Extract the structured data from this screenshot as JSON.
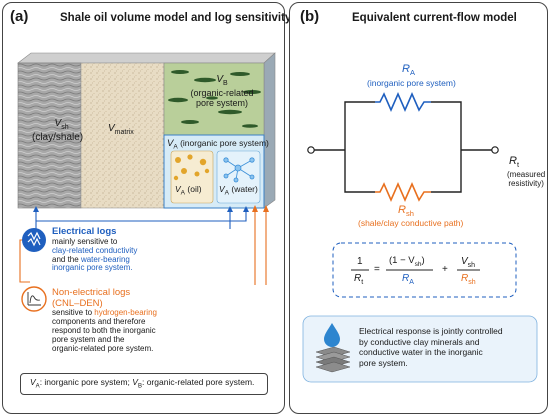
{
  "panel_a": {
    "label": "(a)",
    "title": "Shale oil volume model and log sensitivity",
    "blocks": {
      "v_sh": {
        "symbol": "V",
        "sub": "sh",
        "desc": "(clay/shale)"
      },
      "v_matrix": {
        "symbol": "V",
        "sub": "matrix"
      },
      "v_b": {
        "symbol": "V",
        "sub": "B",
        "desc1": "(organic-related",
        "desc2": "pore system)"
      },
      "v_a": {
        "symbol": "V",
        "sub": "A",
        "desc": "(inorganic pore system)"
      },
      "v_a_oil": {
        "symbol": "V",
        "sub": "A",
        "desc": "(oil)"
      },
      "v_a_water": {
        "symbol": "V",
        "sub": "A",
        "desc": "(water)"
      }
    },
    "electrical": {
      "title": "Electrical logs",
      "line1": "mainly sensitive to",
      "line2": "clay-related conductivity",
      "line3_a": "and the",
      "line3_b": "water-bearing",
      "line4": "inorganic pore system."
    },
    "nonelectrical": {
      "title1": "Non-electrical logs",
      "title2": "(CNL–DEN)",
      "line1": "sensitive to",
      "line1_b": "hydrogen-bearing",
      "line2": "components and therefore",
      "line3": "respond to both the inorganic",
      "line4": "pore system and the",
      "line5": "organic-related pore system."
    },
    "legend": {
      "va_sym": "V",
      "va_sub": "A",
      "va_text": ": inorganic pore system;",
      "vb_sym": "V",
      "vb_sub": "B",
      "vb_text": ": organic-related pore system."
    }
  },
  "panel_b": {
    "label": "(b)",
    "title": "Equivalent current-flow model",
    "ra": {
      "symbol": "R",
      "sub": "A",
      "desc": "(inorganic pore system)"
    },
    "rsh": {
      "symbol": "R",
      "sub": "sh",
      "desc": "(shale/clay conductive path)"
    },
    "rt": {
      "symbol": "R",
      "sub": "t",
      "desc1": "(measured",
      "desc2": "resistivity)"
    },
    "equation": {
      "one": "1",
      "lhs_den_sym": "R",
      "lhs_den_sub": "t",
      "eq": "=",
      "num1_a": "(1 − V",
      "num1_sub": "sh",
      "num1_b": ")",
      "den1_sym": "R",
      "den1_sub": "A",
      "plus": "+",
      "num2_sym": "V",
      "num2_sub": "sh",
      "den2_sym": "R",
      "den2_sub": "sh"
    },
    "note": {
      "line1": "Electrical response is jointly controlled",
      "line2": "by conductive clay minerals and",
      "line3": "conductive water in the inorganic",
      "line4": "pore system."
    }
  },
  "colors": {
    "blue": "#1f5fbf",
    "orange": "#e8701f",
    "clay": "#a8a8a8",
    "matrix": "#e8dcc4",
    "organic": "#b9cf9a",
    "inorganic_box": "#d6ebf7"
  }
}
